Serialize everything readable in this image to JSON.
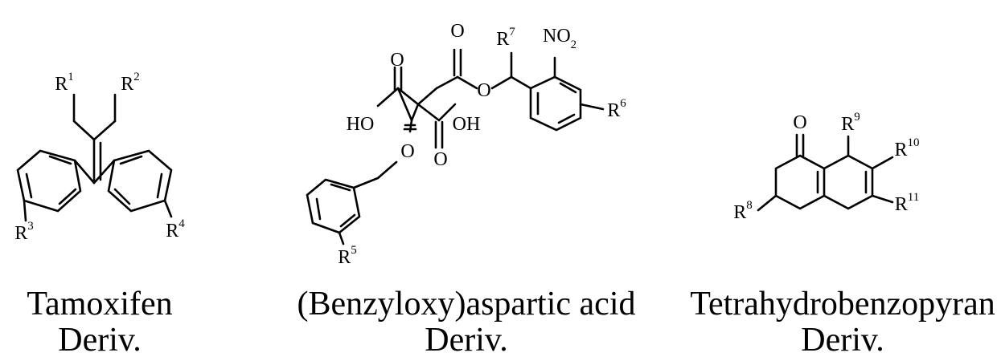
{
  "structures": [
    {
      "id": "tamoxifen",
      "caption_line1": "Tamoxifen",
      "caption_line2": "Deriv.",
      "labels": [
        {
          "base": "R",
          "sup": "1"
        },
        {
          "base": "R",
          "sup": "2"
        },
        {
          "base": "R",
          "sup": "3"
        },
        {
          "base": "R",
          "sup": "4"
        }
      ]
    },
    {
      "id": "benzyloxyaspartic",
      "caption_line1": "(Benzyloxy)aspartic acid",
      "caption_line2": "Deriv.",
      "labels": [
        {
          "base": "O"
        },
        {
          "base": "O"
        },
        {
          "base": "R",
          "sup": "7"
        },
        {
          "base": "NO",
          "sub": "2"
        },
        {
          "base": "O"
        },
        {
          "base": "HO"
        },
        {
          "base": "OH"
        },
        {
          "base": "R",
          "sup": "6"
        },
        {
          "base": "O"
        },
        {
          "base": "O"
        },
        {
          "base": "R",
          "sup": "5"
        }
      ]
    },
    {
      "id": "tetrahydrobenzopyran",
      "caption_line1": "Tetrahydrobenzopyran",
      "caption_line2": "Deriv.",
      "labels": [
        {
          "base": "O"
        },
        {
          "base": "R",
          "sup": "9"
        },
        {
          "base": "R",
          "sup": "10"
        },
        {
          "base": "R",
          "sup": "11"
        },
        {
          "base": "R",
          "sup": "8"
        }
      ]
    }
  ]
}
